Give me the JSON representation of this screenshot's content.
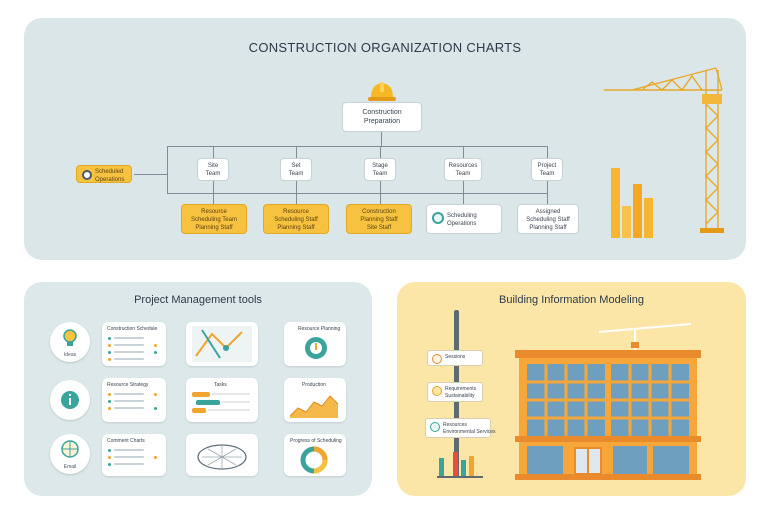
{
  "org_chart": {
    "title": "CONSTRUCTION ORGANIZATION CHARTS",
    "root": {
      "line1": "Construction",
      "line2": "Preparation"
    },
    "side_node": {
      "line1": "Scheduled",
      "line2": "Operations"
    },
    "level1": [
      {
        "line1": "Site",
        "line2": "Team"
      },
      {
        "line1": "Set",
        "line2": "Team"
      },
      {
        "line1": "Stage",
        "line2": "Team"
      },
      {
        "line1": "Resources",
        "line2": "Team"
      },
      {
        "line1": "Project",
        "line2": "Team"
      }
    ],
    "level2": [
      {
        "line1": "Resource",
        "line2": "Scheduling Team",
        "line3": "Planning Staff",
        "style": "yellow"
      },
      {
        "line1": "Resource",
        "line2": "Scheduling Staff",
        "line3": "Planning Staff",
        "style": "yellow"
      },
      {
        "line1": "Construction",
        "line2": "Planning Staff",
        "line3": "Site Staff",
        "style": "yellow"
      },
      {
        "line1": "Scheduling",
        "line2": "Operations",
        "line3": "",
        "style": "white"
      },
      {
        "line1": "Assigned",
        "line2": "Scheduling Staff",
        "line3": "Planning Staff",
        "style": "white"
      }
    ],
    "colors": {
      "accent": "#f6c23f",
      "line": "#7f8d97",
      "panel": "#dbe6e9"
    },
    "icons": [
      "hard-hat-icon",
      "crane-icon",
      "bar-chart-icon"
    ]
  },
  "project_management": {
    "title": "Project Management tools",
    "circle_icons": [
      {
        "icon": "lightbulb-icon",
        "caption": "Ideas"
      },
      {
        "icon": "info-icon",
        "caption": ""
      },
      {
        "icon": "globe-icon",
        "caption": "Email"
      }
    ],
    "list_cards": [
      {
        "title": "Construction Schedule"
      },
      {
        "title": "Resource Strategy"
      },
      {
        "title": "Comment Charts"
      }
    ],
    "visual_cards": [
      {
        "title": "",
        "icon": "map-icon"
      },
      {
        "title": "Tasks",
        "icon": "gantt-icon"
      },
      {
        "title": "",
        "icon": "blueprint-icon"
      }
    ],
    "chart_cards": [
      {
        "title": "Resource Planning",
        "icon": "progress-ring-icon"
      },
      {
        "title": "Production",
        "icon": "area-chart-icon"
      },
      {
        "title": "Progress of Scheduling",
        "icon": "donut-chart-icon"
      }
    ],
    "colors": {
      "panel": "#dde8eb",
      "teal": "#3aa39b",
      "orange": "#f0a52f"
    }
  },
  "bim": {
    "title": "Building Information Modeling",
    "signs": [
      {
        "line1": "Sessions",
        "line2": ""
      },
      {
        "line1": "Requirements",
        "line2": "Sustainability"
      },
      {
        "line1": "Resources",
        "line2": "Environmental Services"
      }
    ],
    "colors": {
      "panel": "#fbe6a8",
      "frame": "#e98a2c",
      "glass": "#6e9fbe"
    },
    "icons": [
      "building-icon",
      "crane-icon",
      "signpost-icon",
      "bar-chart-icon"
    ]
  }
}
